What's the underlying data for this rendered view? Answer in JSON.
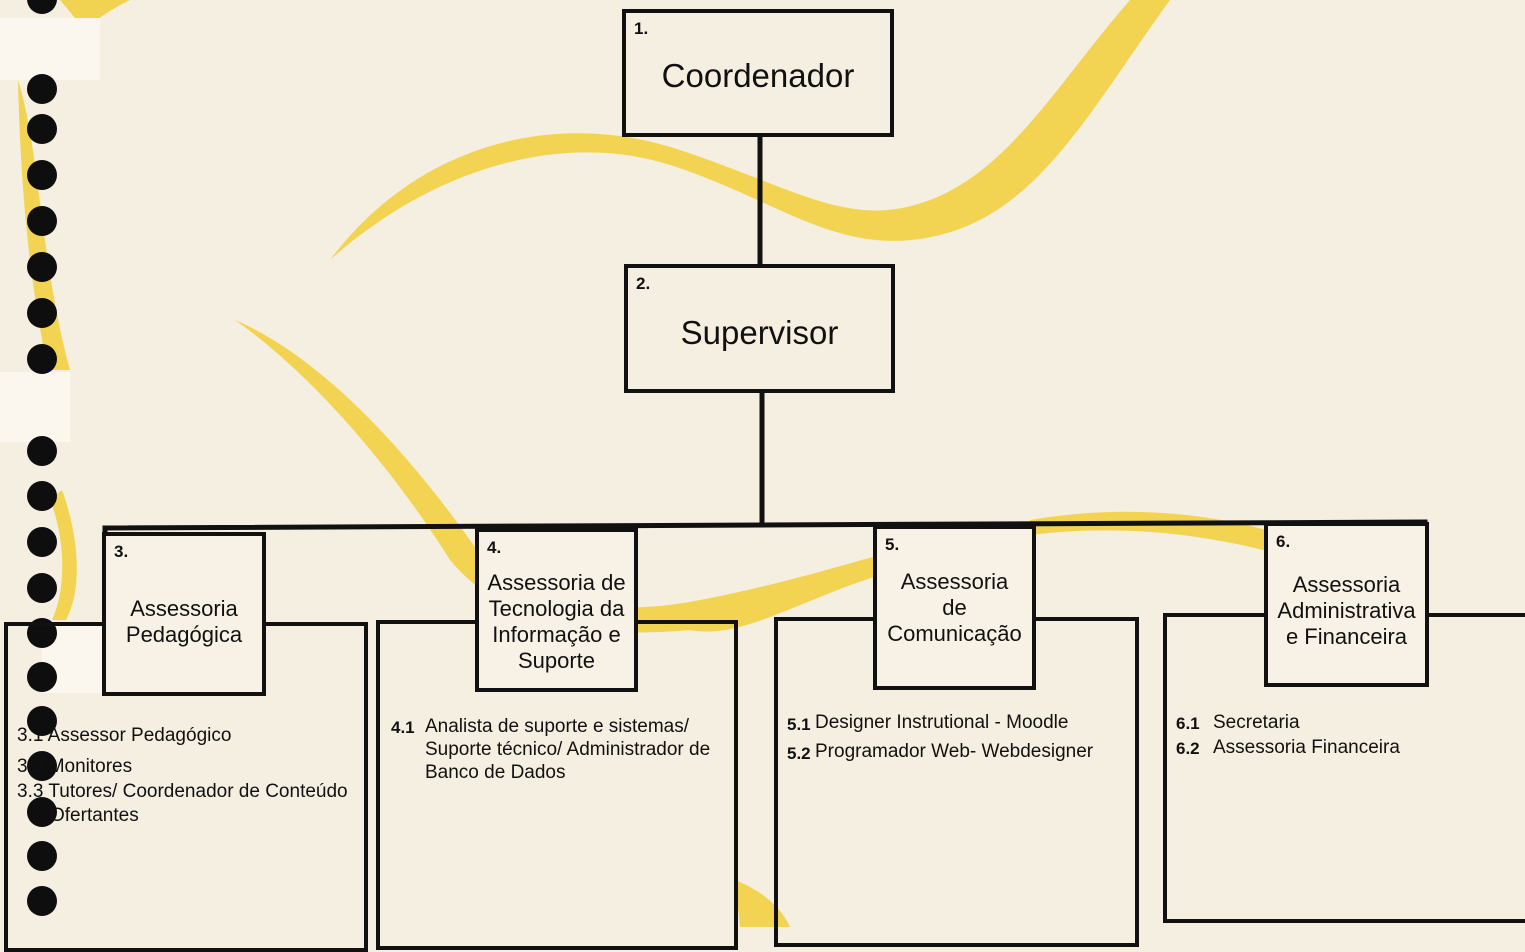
{
  "colors": {
    "paper": "#f5efe2",
    "swoosh": "#f2cf38",
    "ink": "#111111"
  },
  "nodes": {
    "coordenador": {
      "num": "1.",
      "label": "Coordenador"
    },
    "supervisor": {
      "num": "2.",
      "label": "Supervisor"
    },
    "pedagogica": {
      "num": "3.",
      "label_lines": [
        "Assessoria",
        "Pedagógica"
      ]
    },
    "tecnologia": {
      "num": "4.",
      "label_lines": [
        "Assessoria de",
        "Tecnologia da",
        "Informação e",
        "Suporte"
      ]
    },
    "comunicacao": {
      "num": "5.",
      "label_lines": [
        "Assessoria",
        "de",
        "Comunicação"
      ]
    },
    "administrativa": {
      "num": "6.",
      "label_lines": [
        "Assessoria",
        "Administrativa",
        "e Financeira"
      ]
    }
  },
  "lists": {
    "pedagogica": [
      {
        "text": "3.1 Assessor Pedagógico"
      },
      {
        "text": "3.2 Monitores"
      },
      {
        "text": "3.3 Tutores/ Coordenador de Conteúdo"
      },
      {
        "text": "Ofertantes"
      }
    ],
    "tecnologia": {
      "n": "4.1",
      "lines": [
        "Analista de suporte e sistemas/",
        "Suporte técnico/ Administrador de",
        "Banco de Dados"
      ]
    },
    "comunicacao": [
      {
        "n": "5.1",
        "text": "Designer Instrutional - Moodle"
      },
      {
        "n": "5.2",
        "text": "Programador Web- Webdesigner"
      }
    ],
    "administrativa": [
      {
        "n": "6.1",
        "text": "Secretaria"
      },
      {
        "n": "6.2",
        "text": "Assessoria Financeira"
      }
    ]
  }
}
